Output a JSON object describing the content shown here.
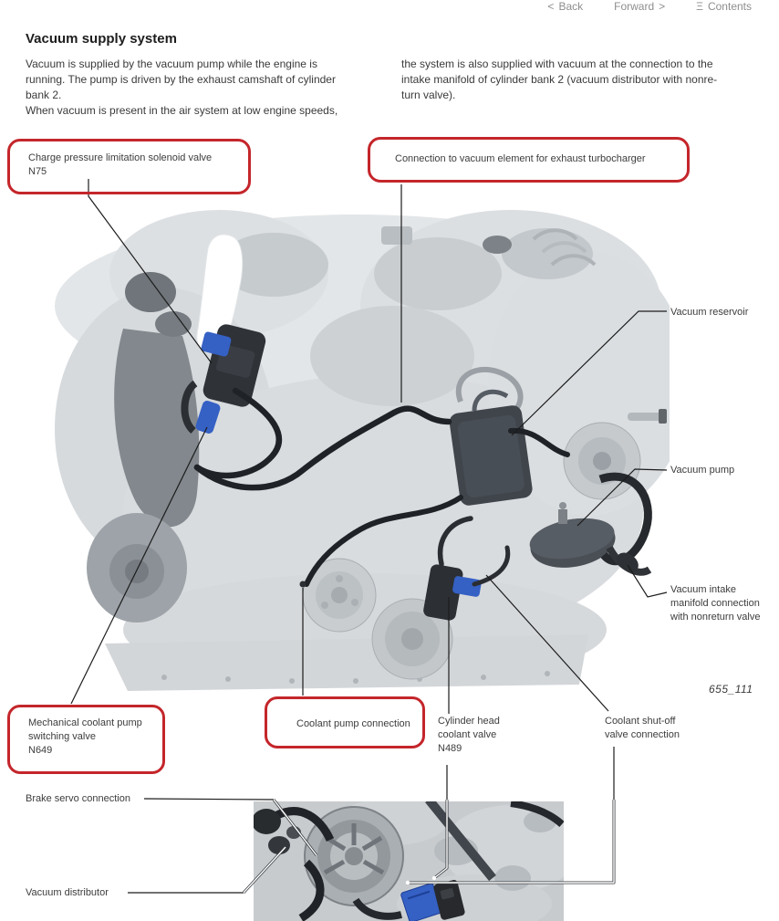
{
  "nav": {
    "back_glyph": "<",
    "back_label": "Back",
    "forward_label": "Forward",
    "forward_glyph": ">",
    "contents_glyph": "Ξ",
    "contents_label": "Contents"
  },
  "title": "Vacuum supply system",
  "intro": {
    "left_lines": [
      "Vacuum is supplied by the vacuum pump while the engine is",
      "running. The pump is driven by the exhaust camshaft of cylinder",
      "bank 2.",
      "When vacuum is present in the air system at low engine speeds,"
    ],
    "right_lines": [
      "the system is also supplied with vacuum at the connection to the",
      "intake manifold of cylinder bank 2 (vacuum distributor with nonre-",
      "turn valve)."
    ]
  },
  "callouts": {
    "n75": {
      "label": "Charge pressure limitation solenoid valve",
      "code": "N75"
    },
    "turbo_connection": {
      "label": "Connection to vacuum element for exhaust turbocharger"
    },
    "n649": {
      "label": "Mechanical coolant pump switching valve",
      "code": "N649"
    },
    "coolant_pump_connection": {
      "label": "Coolant pump connection"
    },
    "vacuum_reservoir": {
      "label": "Vacuum reservoir"
    },
    "vacuum_pump": {
      "label": "Vacuum pump"
    },
    "vacuum_intake_manifold": {
      "label": "Vacuum intake manifold connection with nonreturn valve"
    },
    "n489": {
      "label": "Cylinder head coolant valve",
      "code": "N489"
    },
    "coolant_shutoff": {
      "label": "Coolant shut-off valve connection"
    },
    "brake_servo": {
      "label": "Brake servo connection"
    },
    "vacuum_distributor": {
      "label": "Vacuum distributor"
    }
  },
  "figure_number": "655_111",
  "colors": {
    "callout_red": "#c4262b",
    "connector_blue": "#3560c4",
    "leader_color": "#1c1c1c",
    "nav_gray": "#8e8e8e",
    "text_dark": "#3a3a3a"
  }
}
